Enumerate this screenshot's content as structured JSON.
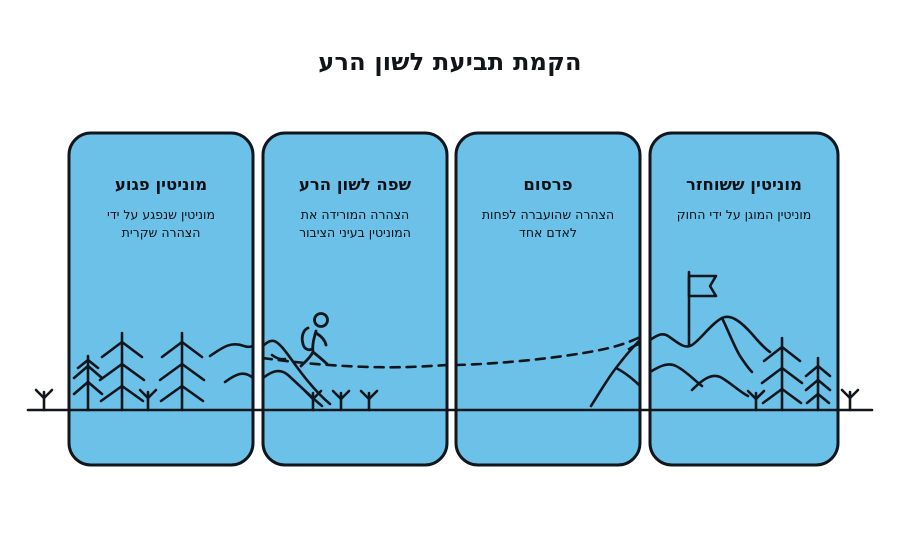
{
  "page": {
    "title": "הקמת תביעת לשון הרע",
    "background_color": "#ffffff",
    "card_fill_color": "#6cc1e8",
    "outline_color": "#11161d"
  },
  "cards": [
    {
      "id": "card-reputation-damaged",
      "heading": "מוניטין פגוע",
      "body_line_1": "מוניטין שנפגע על ידי",
      "body_line_2": "הצהרה שקרית"
    },
    {
      "id": "card-defamatory-language",
      "heading": "שפה לשון הרע",
      "body_line_1": "הצהרה המורידה את",
      "body_line_2": "המוניטין בעיני הציבור"
    },
    {
      "id": "card-publication",
      "heading": "פרסום",
      "body_line_1": "הצהרה שהועברה לפחות",
      "body_line_2": "לאדם אחד"
    },
    {
      "id": "card-reputation-restored",
      "heading": "מוניטין ששוחזר",
      "body_line_1": "מוניטין המוגן על ידי החוק",
      "body_line_2": ""
    }
  ],
  "illustration": {
    "hiker_icon": "hiker-with-backpack-icon",
    "flag_icon": "summit-flag-icon",
    "tree_icon": "pine-tree-icon",
    "shrub_icon": "shrub-icon",
    "mountain_icon": "mountain-range-icon",
    "path_icon": "dashed-trail-path-icon",
    "ground_icon": "ground-line-icon"
  }
}
